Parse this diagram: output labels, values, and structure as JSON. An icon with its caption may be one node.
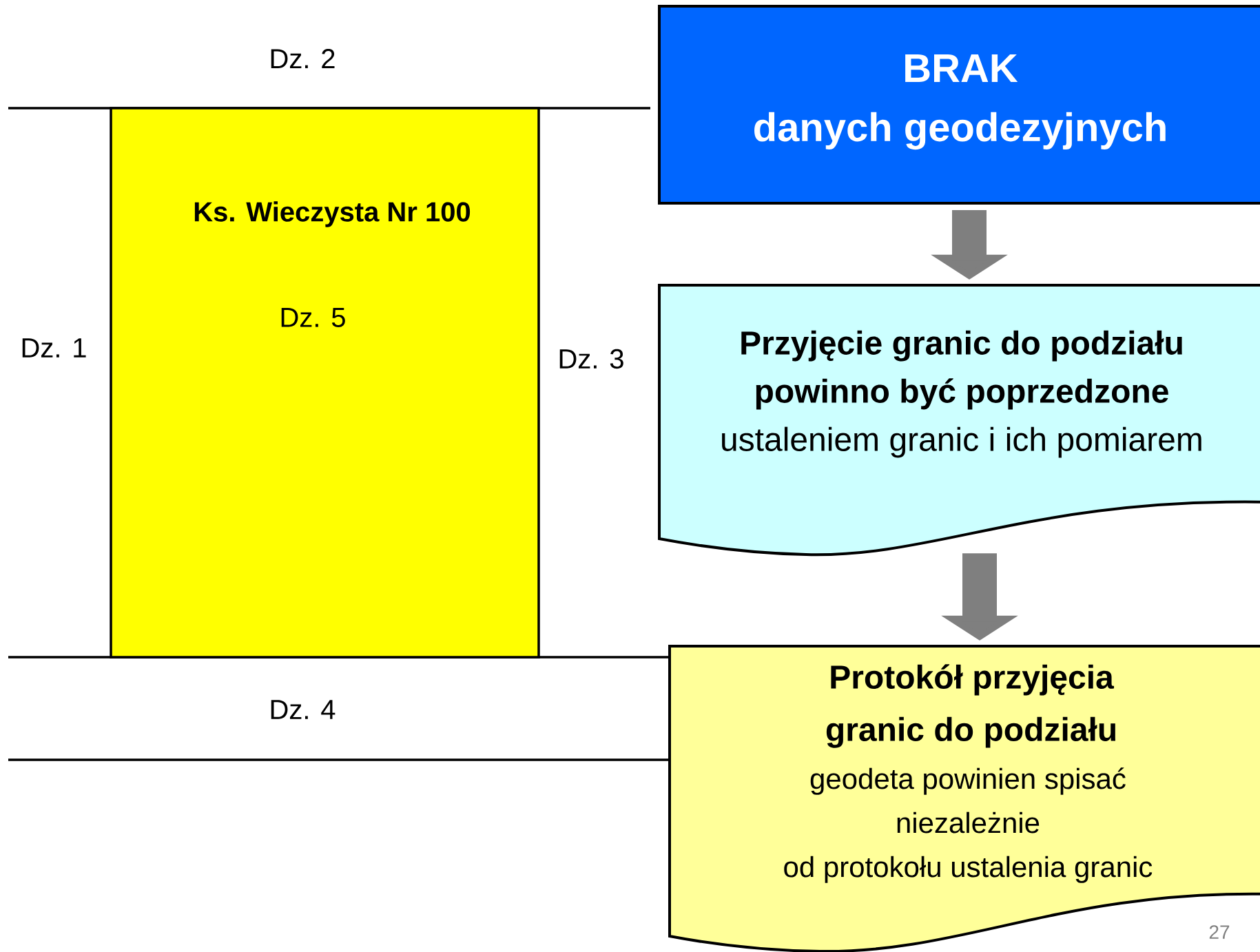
{
  "diagram": {
    "nodes": [
      {
        "text": [
          "Ks. Wieczysta Nr  100",
          "Dz. 5"
        ]
      },
      {
        "text": [
          "BRAK",
          "danych geodezyjnych"
        ]
      },
      {
        "text": [
          "Przyjęcie granic do podziału powinno być poprzedzone",
          "ustaleniem granic i ich pomiarem"
        ]
      },
      {
        "text": [
          "Protokół przyjęcia granic do podziału",
          "geodeta powinien spisać",
          "niezależnie",
          "od protokołu ustalenia granic"
        ]
      }
    ],
    "edges": [
      {
        "from": 1,
        "to": 2,
        "arrow": "to"
      },
      {
        "from": 2,
        "to": 3,
        "arrow": "to"
      }
    ],
    "labels": [
      "Dz. 2",
      "Dz. 1",
      "Dz. 3",
      "Dz. 4",
      "27"
    ]
  }
}
